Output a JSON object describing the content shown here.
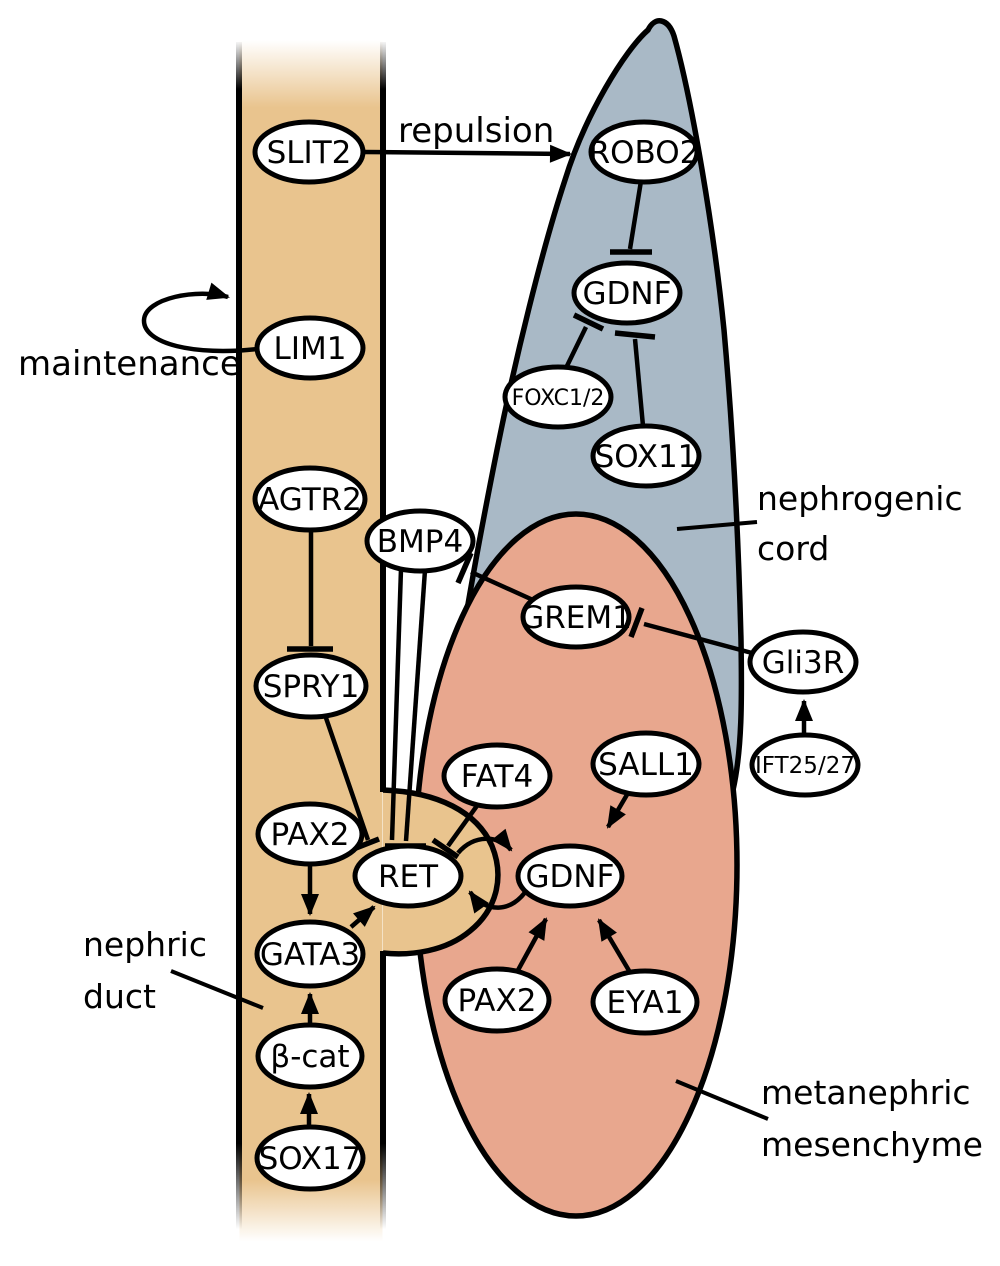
{
  "diagram": {
    "subject": "kidney development gene regulatory network",
    "background": "#ffffff"
  },
  "colors": {
    "nephric_duct": "#e9c48e",
    "nephrogenic_cord": "#a9b9c6",
    "metanephric_mesenchyme": "#e8a78e",
    "node_fill": "#ffffff",
    "outline": "#000000"
  },
  "regions": {
    "nephric_duct": {
      "line1": "nephric",
      "line2": "duct"
    },
    "nephrogenic_cord": {
      "line1": "nephrogenic",
      "line2": "cord"
    },
    "metanephric_mesenchyme": {
      "line1": "metanephric",
      "line2": "mesenchyme"
    }
  },
  "annotations": {
    "repulsion": "repulsion",
    "maintenance": "maintenance"
  },
  "nodes": {
    "slit2": "SLIT2",
    "robo2": "ROBO2",
    "gdnf_cord": "GDNF",
    "foxc12": "FOXC1/2",
    "sox11": "SOX11",
    "lim1": "LIM1",
    "agtr2": "AGTR2",
    "bmp4": "BMP4",
    "spry1": "SPRY1",
    "grem1": "GREM1",
    "gli3r": "Gli3R",
    "ift2527": "IFT25/27",
    "fat4": "FAT4",
    "sall1": "SALL1",
    "pax2_duct": "PAX2",
    "ret": "RET",
    "gdnf_mm": "GDNF",
    "gata3": "GATA3",
    "pax2_mm": "PAX2",
    "eya1": "EYA1",
    "bcat": "β-cat",
    "sox17": "SOX17"
  },
  "edges": [
    {
      "from": "SLIT2",
      "to": "ROBO2",
      "type": "activation",
      "label": "repulsion"
    },
    {
      "from": "ROBO2",
      "to": "GDNF (nephrogenic cord)",
      "type": "inhibition"
    },
    {
      "from": "FOXC1/2",
      "to": "GDNF (nephrogenic cord)",
      "type": "inhibition"
    },
    {
      "from": "SOX11",
      "to": "GDNF (nephrogenic cord)",
      "type": "inhibition"
    },
    {
      "from": "LIM1",
      "to": "LIM1",
      "type": "self-loop",
      "label": "maintenance"
    },
    {
      "from": "AGTR2",
      "to": "SPRY1",
      "type": "inhibition"
    },
    {
      "from": "SPRY1",
      "to": "RET",
      "type": "inhibition"
    },
    {
      "from": "BMP4",
      "to": "RET",
      "type": "inhibition",
      "style": "double-line"
    },
    {
      "from": "GREM1",
      "to": "BMP4",
      "type": "inhibition"
    },
    {
      "from": "Gli3R",
      "to": "GREM1",
      "type": "inhibition"
    },
    {
      "from": "IFT25/27",
      "to": "Gli3R",
      "type": "activation"
    },
    {
      "from": "FAT4",
      "to": "RET",
      "type": "inhibition"
    },
    {
      "from": "SALL1",
      "to": "GDNF (metanephric mesenchyme)",
      "type": "activation"
    },
    {
      "from": "PAX2 (metanephric mesenchyme)",
      "to": "GDNF (metanephric mesenchyme)",
      "type": "activation"
    },
    {
      "from": "EYA1",
      "to": "GDNF (metanephric mesenchyme)",
      "type": "activation"
    },
    {
      "from": "GDNF (metanephric mesenchyme)",
      "to": "RET",
      "type": "activation",
      "style": "curved"
    },
    {
      "from": "RET",
      "to": "GDNF (metanephric mesenchyme)",
      "type": "activation",
      "style": "curved"
    },
    {
      "from": "PAX2 (nephric duct)",
      "to": "GATA3",
      "type": "activation"
    },
    {
      "from": "β-cat",
      "to": "GATA3",
      "type": "activation"
    },
    {
      "from": "SOX17",
      "to": "β-cat",
      "type": "activation"
    },
    {
      "from": "GATA3",
      "to": "RET",
      "type": "activation"
    }
  ]
}
